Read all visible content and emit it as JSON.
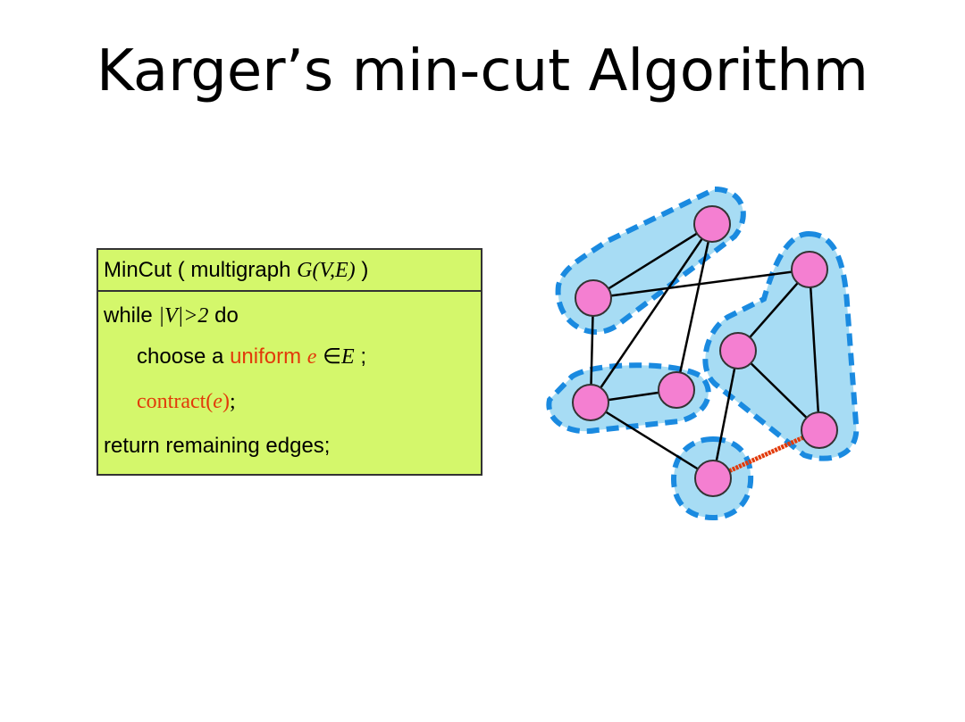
{
  "slide": {
    "title": "Karger’s min-cut Algorithm"
  },
  "algorithm": {
    "header": {
      "name": "MinCut",
      "open": "( multigraph",
      "G": "G",
      "args": "(V,E)",
      "close": ")"
    },
    "while_line": {
      "kw": "while",
      "cond": "|V|>2",
      "do": "do"
    },
    "choose_line": {
      "text": "choose a",
      "uniform": "uniform",
      "e": "e",
      "in": "∈",
      "E": "E",
      "end": ";"
    },
    "contract_line": {
      "fn": "contract(",
      "e": "e",
      "close": ")",
      "end": ";"
    },
    "return_line": {
      "text": "return remaining edges;"
    }
  },
  "colors": {
    "box_bg": "#d4f76b",
    "highlight_red": "#e23a0a",
    "node_fill": "#f47fd1",
    "cluster_fill": "#a7dcf4",
    "cluster_border": "#1a8ae0"
  }
}
